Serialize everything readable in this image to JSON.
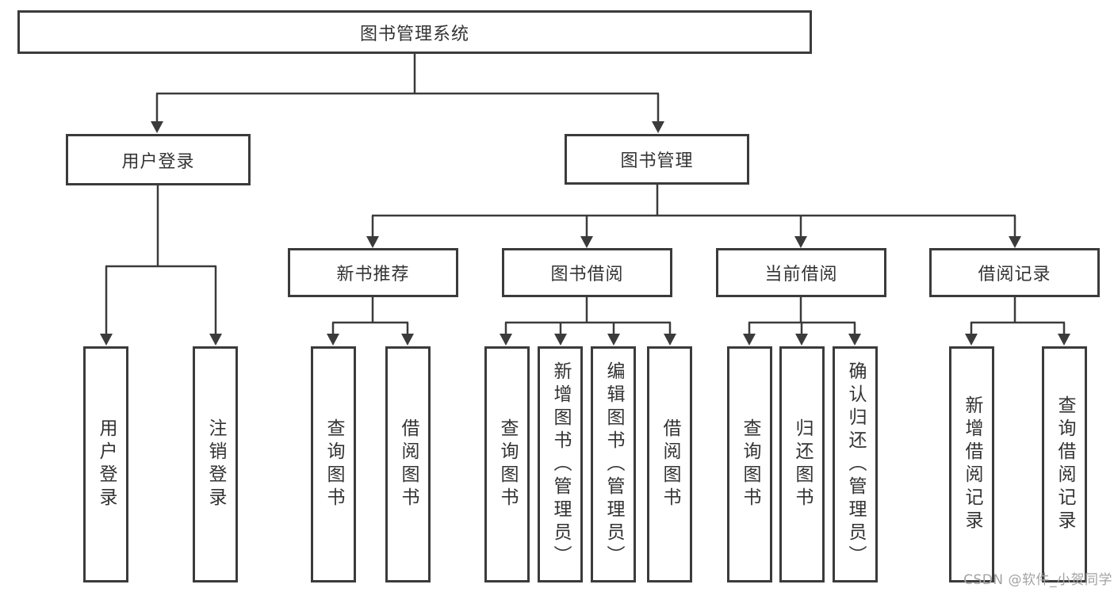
{
  "tree": {
    "root": {
      "label": "图书管理系统",
      "children": [
        {
          "label": "用户登录",
          "children": [
            {
              "label": "用户登录"
            },
            {
              "label": "注销登录"
            }
          ]
        },
        {
          "label": "图书管理",
          "children": [
            {
              "label": "新书推荐",
              "children": [
                {
                  "label": "查询图书"
                },
                {
                  "label": "借阅图书"
                }
              ]
            },
            {
              "label": "图书借阅",
              "children": [
                {
                  "label": "查询图书"
                },
                {
                  "label": "新增图书（管理员）"
                },
                {
                  "label": "编辑图书（管理员）"
                },
                {
                  "label": "借阅图书"
                }
              ]
            },
            {
              "label": "当前借阅",
              "children": [
                {
                  "label": "查询图书"
                },
                {
                  "label": "归还图书"
                },
                {
                  "label": "确认归还（管理员）"
                }
              ]
            },
            {
              "label": "借阅记录",
              "children": [
                {
                  "label": "新增借阅记录"
                },
                {
                  "label": "查询借阅记录"
                }
              ]
            }
          ]
        }
      ]
    }
  },
  "watermark": {
    "text": "CSDN @软件_小贺同学"
  },
  "colors": {
    "line": "#3b3b3b",
    "box_border": "#3b3b3b",
    "text": "#333333",
    "watermark": "#a3a3a3",
    "background": "#ffffff"
  }
}
